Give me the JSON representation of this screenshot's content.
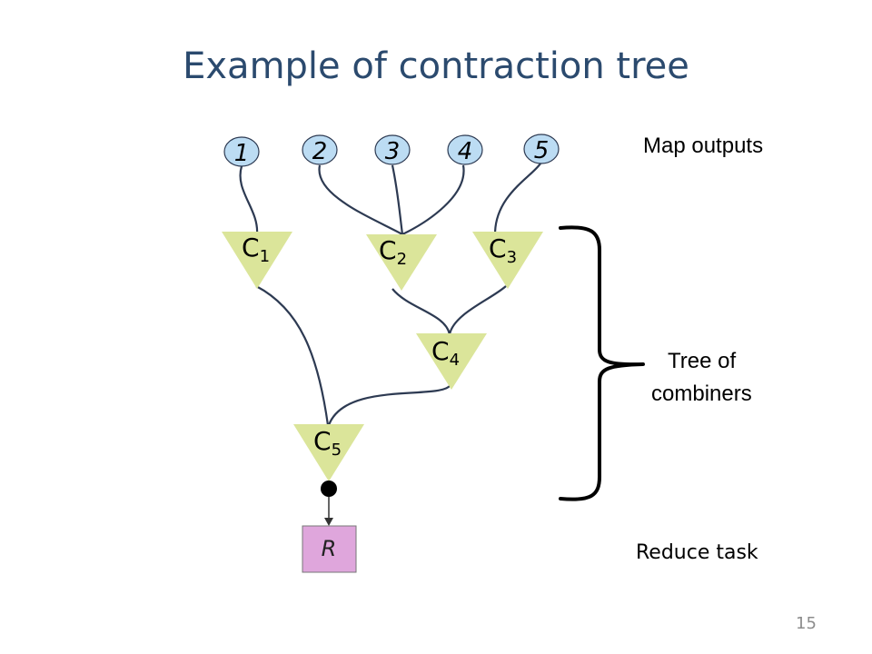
{
  "title": "Example of contraction tree",
  "labels": {
    "map_outputs": "Map outputs",
    "tree_line1": "Tree of",
    "tree_line2": "combiners",
    "reduce_task": "Reduce task"
  },
  "page_number": "15",
  "map_nodes": [
    "1",
    "2",
    "3",
    "4",
    "5"
  ],
  "combiners": [
    {
      "letter": "C",
      "sub": "1"
    },
    {
      "letter": "C",
      "sub": "2"
    },
    {
      "letter": "C",
      "sub": "3"
    },
    {
      "letter": "C",
      "sub": "4"
    },
    {
      "letter": "C",
      "sub": "5"
    }
  ],
  "reducer": "R",
  "colors": {
    "title": "#2b4a6e",
    "map_node_fill": "#bcdcf3",
    "combiner_fill": "#dbe59a",
    "reducer_fill": "#dfa6dc",
    "edge": "#2d3a52"
  }
}
